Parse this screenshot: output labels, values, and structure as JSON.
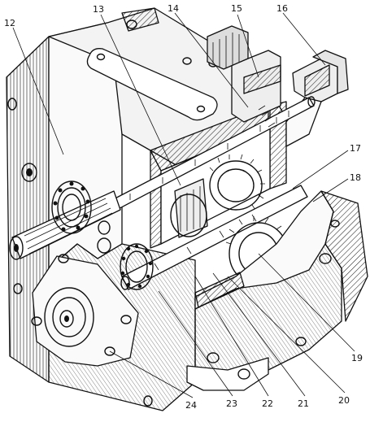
{
  "callouts": [
    "12",
    "13",
    "14",
    "15",
    "16",
    "17",
    "18",
    "19",
    "20",
    "21",
    "22",
    "23",
    "24"
  ]
}
